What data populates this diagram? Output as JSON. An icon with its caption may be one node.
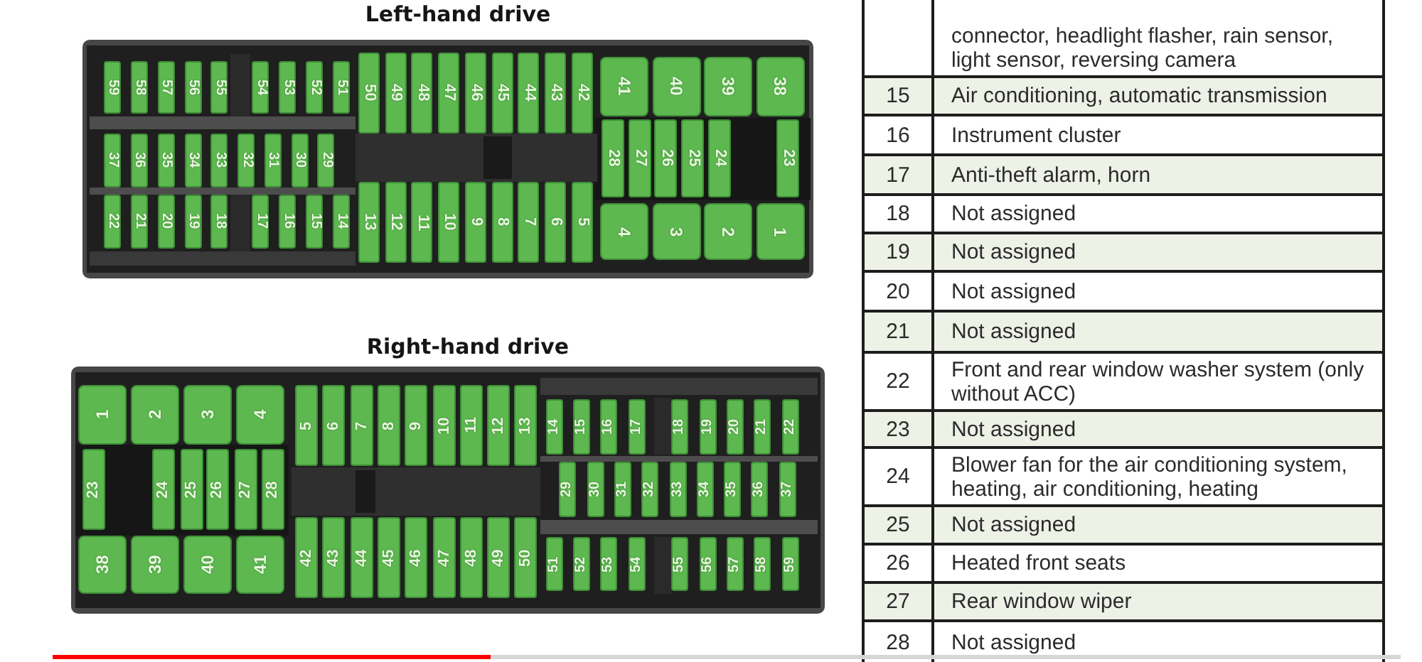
{
  "diagram": {
    "nodes": [
      {
        "text": [
          "Left-hand drive"
        ]
      },
      {
        "text": [
          "59"
        ],
        "in": 0
      },
      {
        "text": [
          "58"
        ],
        "in": 0
      },
      {
        "text": [
          "57"
        ],
        "in": 0
      },
      {
        "text": [
          "56"
        ],
        "in": 0
      },
      {
        "text": [
          "55"
        ],
        "in": 0
      },
      {
        "text": [
          "54"
        ],
        "in": 0
      },
      {
        "text": [
          "53"
        ],
        "in": 0
      },
      {
        "text": [
          "52"
        ],
        "in": 0
      },
      {
        "text": [
          "51"
        ],
        "in": 0
      },
      {
        "text": [
          "50"
        ],
        "in": 0
      },
      {
        "text": [
          "49"
        ],
        "in": 0
      },
      {
        "text": [
          "48"
        ],
        "in": 0
      },
      {
        "text": [
          "47"
        ],
        "in": 0
      },
      {
        "text": [
          "46"
        ],
        "in": 0
      },
      {
        "text": [
          "45"
        ],
        "in": 0
      },
      {
        "text": [
          "44"
        ],
        "in": 0
      },
      {
        "text": [
          "43"
        ],
        "in": 0
      },
      {
        "text": [
          "42"
        ],
        "in": 0
      },
      {
        "text": [
          "41"
        ],
        "in": 0
      },
      {
        "text": [
          "40"
        ],
        "in": 0
      },
      {
        "text": [
          "39"
        ],
        "in": 0
      },
      {
        "text": [
          "38"
        ],
        "in": 0
      },
      {
        "text": [
          "37"
        ],
        "in": 0
      },
      {
        "text": [
          "36"
        ],
        "in": 0
      },
      {
        "text": [
          "35"
        ],
        "in": 0
      },
      {
        "text": [
          "34"
        ],
        "in": 0
      },
      {
        "text": [
          "33"
        ],
        "in": 0
      },
      {
        "text": [
          "32"
        ],
        "in": 0
      },
      {
        "text": [
          "31"
        ],
        "in": 0
      },
      {
        "text": [
          "30"
        ],
        "in": 0
      },
      {
        "text": [
          "29"
        ],
        "in": 0
      },
      {
        "text": [
          "28"
        ],
        "in": 0
      },
      {
        "text": [
          "27"
        ],
        "in": 0
      },
      {
        "text": [
          "26"
        ],
        "in": 0
      },
      {
        "text": [
          "25"
        ],
        "in": 0
      },
      {
        "text": [
          "24"
        ],
        "in": 0
      },
      {
        "text": [
          "23"
        ],
        "in": 0
      },
      {
        "text": [
          "22"
        ],
        "in": 0
      },
      {
        "text": [
          "21"
        ],
        "in": 0
      },
      {
        "text": [
          "20"
        ],
        "in": 0
      },
      {
        "text": [
          "19"
        ],
        "in": 0
      },
      {
        "text": [
          "18"
        ],
        "in": 0
      },
      {
        "text": [
          "17"
        ],
        "in": 0
      },
      {
        "text": [
          "16"
        ],
        "in": 0
      },
      {
        "text": [
          "15"
        ],
        "in": 0
      },
      {
        "text": [
          "14"
        ],
        "in": 0
      },
      {
        "text": [
          "13"
        ],
        "in": 0
      },
      {
        "text": [
          "12"
        ],
        "in": 0
      },
      {
        "text": [
          "11"
        ],
        "in": 0
      },
      {
        "text": [
          "10"
        ],
        "in": 0
      },
      {
        "text": [
          "9"
        ],
        "in": 0
      },
      {
        "text": [
          "8"
        ],
        "in": 0
      },
      {
        "text": [
          "7"
        ],
        "in": 0
      },
      {
        "text": [
          "6"
        ],
        "in": 0
      },
      {
        "text": [
          "5"
        ],
        "in": 0
      },
      {
        "text": [
          "4"
        ],
        "in": 0
      },
      {
        "text": [
          "3"
        ],
        "in": 0
      },
      {
        "text": [
          "2"
        ],
        "in": 0
      },
      {
        "text": [
          "1"
        ],
        "in": 0
      },
      {
        "text": [
          "Right-hand drive"
        ]
      },
      {
        "text": [
          "1"
        ],
        "in": 60
      },
      {
        "text": [
          "2"
        ],
        "in": 60
      },
      {
        "text": [
          "3"
        ],
        "in": 60
      },
      {
        "text": [
          "4"
        ],
        "in": 60
      },
      {
        "text": [
          "5"
        ],
        "in": 60
      },
      {
        "text": [
          "6"
        ],
        "in": 60
      },
      {
        "text": [
          "7"
        ],
        "in": 60
      },
      {
        "text": [
          "8"
        ],
        "in": 60
      },
      {
        "text": [
          "9"
        ],
        "in": 60
      },
      {
        "text": [
          "10"
        ],
        "in": 60
      },
      {
        "text": [
          "11"
        ],
        "in": 60
      },
      {
        "text": [
          "12"
        ],
        "in": 60
      },
      {
        "text": [
          "13"
        ],
        "in": 60
      },
      {
        "text": [
          "14"
        ],
        "in": 60
      },
      {
        "text": [
          "15"
        ],
        "in": 60
      },
      {
        "text": [
          "16"
        ],
        "in": 60
      },
      {
        "text": [
          "17"
        ],
        "in": 60
      },
      {
        "text": [
          "18"
        ],
        "in": 60
      },
      {
        "text": [
          "19"
        ],
        "in": 60
      },
      {
        "text": [
          "20"
        ],
        "in": 60
      },
      {
        "text": [
          "21"
        ],
        "in": 60
      },
      {
        "text": [
          "22"
        ],
        "in": 60
      },
      {
        "text": [
          "23"
        ],
        "in": 60
      },
      {
        "text": [
          "24"
        ],
        "in": 60
      },
      {
        "text": [
          "25"
        ],
        "in": 60
      },
      {
        "text": [
          "26"
        ],
        "in": 60
      },
      {
        "text": [
          "27"
        ],
        "in": 60
      },
      {
        "text": [
          "28"
        ],
        "in": 60
      },
      {
        "text": [
          "29"
        ],
        "in": 60
      },
      {
        "text": [
          "30"
        ],
        "in": 60
      },
      {
        "text": [
          "31"
        ],
        "in": 60
      },
      {
        "text": [
          "32"
        ],
        "in": 60
      },
      {
        "text": [
          "33"
        ],
        "in": 60
      },
      {
        "text": [
          "34"
        ],
        "in": 60
      },
      {
        "text": [
          "35"
        ],
        "in": 60
      },
      {
        "text": [
          "36"
        ],
        "in": 60
      },
      {
        "text": [
          "37"
        ],
        "in": 60
      },
      {
        "text": [
          "38"
        ],
        "in": 60
      },
      {
        "text": [
          "39"
        ],
        "in": 60
      },
      {
        "text": [
          "40"
        ],
        "in": 60
      },
      {
        "text": [
          "41"
        ],
        "in": 60
      },
      {
        "text": [
          "42"
        ],
        "in": 60
      },
      {
        "text": [
          "43"
        ],
        "in": 60
      },
      {
        "text": [
          "44"
        ],
        "in": 60
      },
      {
        "text": [
          "45"
        ],
        "in": 60
      },
      {
        "text": [
          "46"
        ],
        "in": 60
      },
      {
        "text": [
          "47"
        ],
        "in": 60
      },
      {
        "text": [
          "48"
        ],
        "in": 60
      },
      {
        "text": [
          "49"
        ],
        "in": 60
      },
      {
        "text": [
          "50"
        ],
        "in": 60
      },
      {
        "text": [
          "51"
        ],
        "in": 60
      },
      {
        "text": [
          "52"
        ],
        "in": 60
      },
      {
        "text": [
          "53"
        ],
        "in": 60
      },
      {
        "text": [
          "54"
        ],
        "in": 60
      },
      {
        "text": [
          "55"
        ],
        "in": 60
      },
      {
        "text": [
          "56"
        ],
        "in": 60
      },
      {
        "text": [
          "57"
        ],
        "in": 60
      },
      {
        "text": [
          "58"
        ],
        "in": 60
      },
      {
        "text": [
          "59"
        ],
        "in": 60
      }
    ],
    "labels": [
      "connector, headlight flasher, rain sensor, light sensor, reversing camera",
      "15",
      "Air conditioning, automatic transmission",
      "16",
      "Instrument cluster",
      "17",
      "Anti-theft alarm, horn",
      "18",
      "Not assigned",
      "19",
      "Not assigned",
      "20",
      "Not assigned",
      "21",
      "Not assigned",
      "22",
      "Front and rear window washer system (only without ACC)",
      "23",
      "Not assigned",
      "24",
      "Blower fan for the air conditioning system, heating, air conditioning, heating",
      "25",
      "Not assigned",
      "26",
      "Heated front seats",
      "27",
      "Rear window wiper",
      "28",
      "Not assigned"
    ]
  }
}
